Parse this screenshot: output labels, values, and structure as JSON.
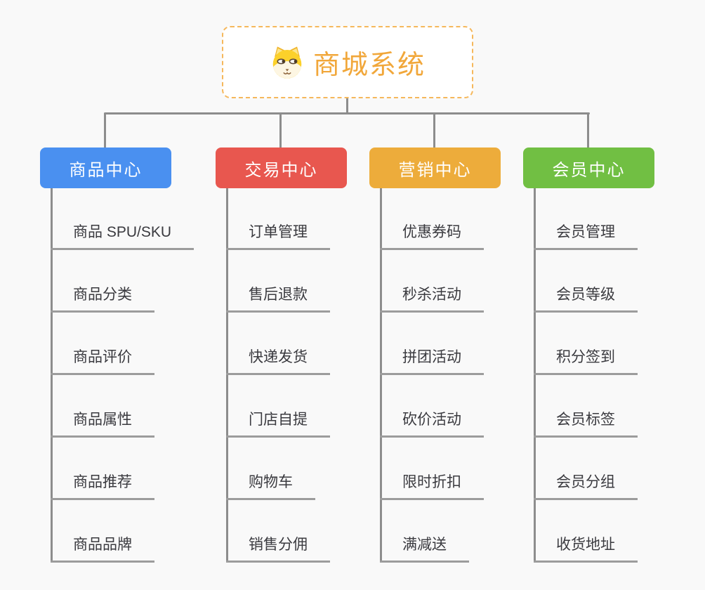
{
  "root": {
    "title": "商城系统",
    "icon": "shiba-dog-icon"
  },
  "branches": [
    {
      "label": "商品中心",
      "color": "#4a90f0",
      "items": [
        "商品 SPU/SKU",
        "商品分类",
        "商品评价",
        "商品属性",
        "商品推荐",
        "商品品牌"
      ]
    },
    {
      "label": "交易中心",
      "color": "#e8574f",
      "items": [
        "订单管理",
        "售后退款",
        "快递发货",
        "门店自提",
        "购物车",
        "销售分佣"
      ]
    },
    {
      "label": "营销中心",
      "color": "#edac3b",
      "items": [
        "优惠券码",
        "秒杀活动",
        "拼团活动",
        "砍价活动",
        "限时折扣",
        "满减送"
      ]
    },
    {
      "label": "会员中心",
      "color": "#71bf43",
      "items": [
        "会员管理",
        "会员等级",
        "积分签到",
        "会员标签",
        "会员分组",
        "收货地址"
      ]
    }
  ],
  "style_colors": {
    "background": "#f9f9f9",
    "connector": "#8d8d8d",
    "item_underline": "#9c9c9c",
    "root_border": "#f5b85c",
    "root_title": "#f1a73a",
    "item_text": "#3a3a3f"
  }
}
